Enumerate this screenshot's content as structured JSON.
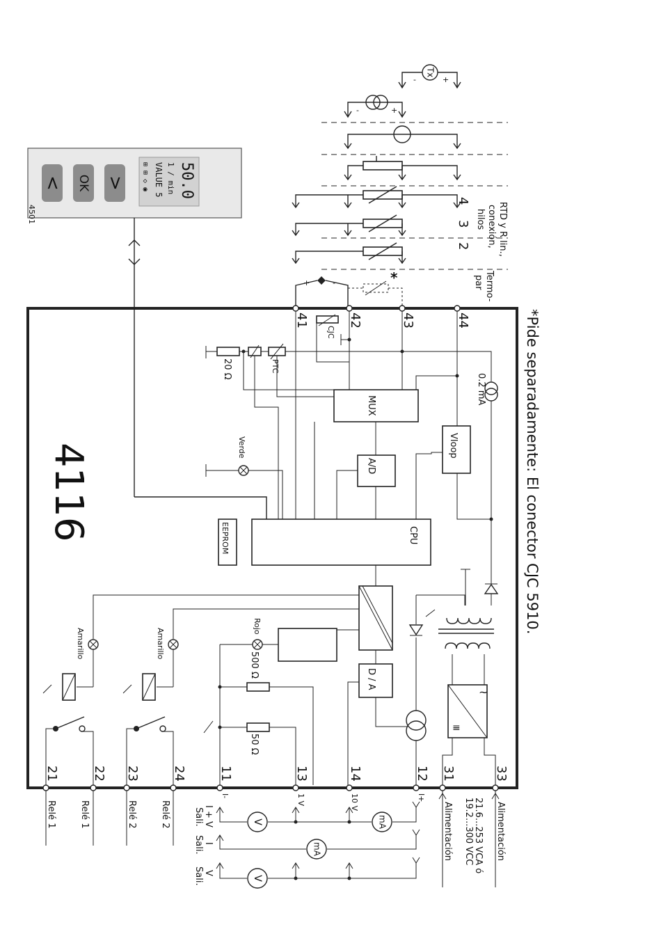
{
  "device": {
    "model": "4116",
    "display": {
      "value": "50.0",
      "unit": "1 / min",
      "tag": "VALUE 5",
      "buttons": [
        "<",
        "OK",
        ">"
      ],
      "corner_code": "4501"
    },
    "blocks": {
      "mux": "MUX",
      "ad": "A/D",
      "cpu": "CPU",
      "eeprom": "EEPROM",
      "vloop": "Vloop",
      "da": "D / A",
      "cjc": "CJC",
      "ptc": "PTC"
    },
    "resistors": {
      "r20": "20 Ω",
      "r500": "500 Ω",
      "r50": "50 Ω"
    },
    "current_source": "0.2 mA",
    "leds": {
      "green": "Verde",
      "red": "Rojo",
      "yellow1": "Amarillo",
      "yellow2": "Amarillo"
    }
  },
  "terminals": [
    "41",
    "42",
    "43",
    "44",
    "21",
    "22",
    "23",
    "24",
    "11",
    "13",
    "14",
    "12",
    "31",
    "33"
  ],
  "terminal_notes": {
    "t11": "I-",
    "t12": "I+",
    "t13": "1 V",
    "t14": "10 V"
  },
  "inputs": {
    "rtd_label": "RTD y R lin., conexión, hilos",
    "wires_4": "4",
    "wires_3": "3",
    "wires_2": "2",
    "thermocouple": "Termo- par",
    "tx": "Tx",
    "asterisk": "*"
  },
  "bottom_labels": {
    "rele1a": "Relé 1",
    "rele1b": "Relé 1",
    "rele2a": "Relé 2",
    "rele2b": "Relé 2",
    "out_v": "I + V Sali.",
    "out_i": "Sali. I",
    "out_v2": "Sali. V",
    "supply_a": "Alimentación",
    "supply_range": "21.6...253 VCA ó 19.2...300 VCC",
    "supply_b": "Alimentación"
  },
  "meters": {
    "v": "V",
    "ma": "mA"
  },
  "footnote": "*Pide separadamente: El conector CJC 5910."
}
